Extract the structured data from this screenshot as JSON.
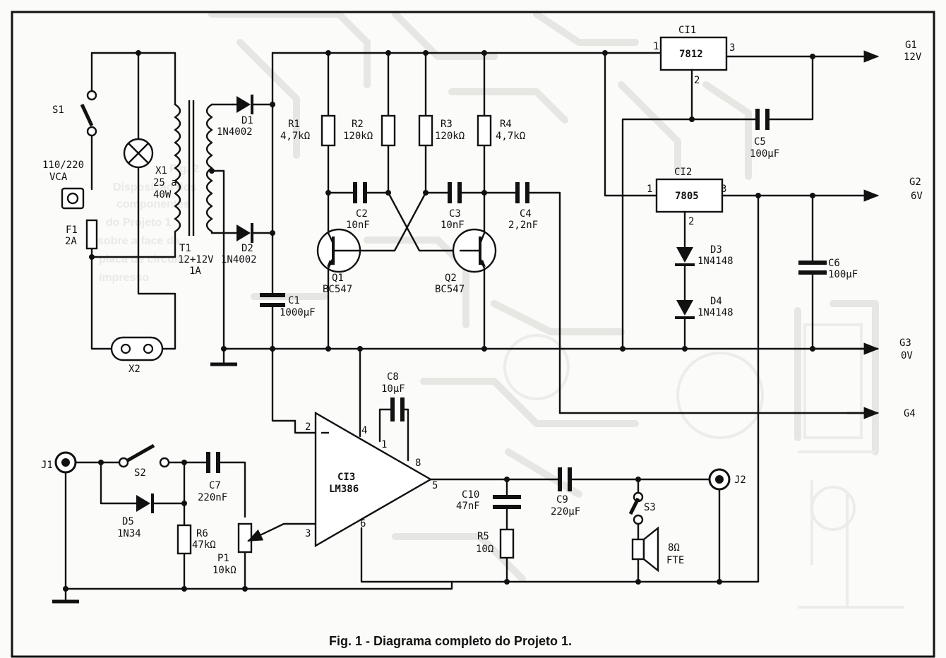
{
  "caption": "Fig. 1 - Diagrama completo do Projeto 1.",
  "components": {
    "S1": "S1",
    "mains1": "110/220",
    "mains2": "VCA",
    "F1": "F1",
    "F1_val": "2A",
    "X1": "X1",
    "X1_v1": "25 a",
    "X1_v2": "40W",
    "X2": "X2",
    "T1": "T1",
    "T1_v1": "12+12V",
    "T1_v2": "1A",
    "D1": "D1",
    "D1_val": "1N4002",
    "D2": "D2",
    "D2_val": "1N4002",
    "C1": "C1",
    "C1_val": "1000μF",
    "R1": "R1",
    "R1_val": "4,7kΩ",
    "R2": "R2",
    "R2_val": "120kΩ",
    "R3": "R3",
    "R3_val": "120kΩ",
    "R4": "R4",
    "R4_val": "4,7kΩ",
    "C2": "C2",
    "C2_val": "10nF",
    "C3": "C3",
    "C3_val": "10nF",
    "C4": "C4",
    "C4_val": "2,2nF",
    "Q1": "Q1",
    "Q1_val": "BC547",
    "Q2": "Q2",
    "Q2_val": "BC547",
    "CI1": "CI1",
    "CI1_val": "7812",
    "CI2": "CI2",
    "CI2_val": "7805",
    "CI3": "CI3",
    "CI3_val": "LM386",
    "C5": "C5",
    "C5_val": "100μF",
    "C6": "C6",
    "C6_val": "100μF",
    "D3": "D3",
    "D3_val": "1N4148",
    "D4": "D4",
    "D4_val": "1N4148",
    "C8": "C8",
    "C8_val": "10μF",
    "J1": "J1",
    "J2": "J2",
    "S2": "S2",
    "S3": "S3",
    "D5": "D5",
    "D5_val": "1N34",
    "C7": "C7",
    "C7_val": "220nF",
    "R6": "R6",
    "R6_val": "47kΩ",
    "P1": "P1",
    "P1_val": "10kΩ",
    "C10": "C10",
    "C10_val": "47nF",
    "R5": "R5",
    "R5_val": "10Ω",
    "C9": "C9",
    "C9_val": "220μF",
    "SPK_val": "8Ω",
    "SPK_name": "FTE"
  },
  "pins": {
    "p1": "1",
    "p2": "2",
    "p3": "3",
    "p4": "4",
    "p5": "5",
    "p6": "6",
    "p8": "8"
  },
  "outputs": {
    "G1": "G1",
    "G1_v": "12V",
    "G2": "G2",
    "G2_v": "6V",
    "G3": "G3",
    "G3_v": "0V",
    "G4": "G4"
  },
  "ghost_text": {
    "g1": "Fig. 2",
    "g2": "Disposição dos",
    "g3": "componentes",
    "g4": "do Projeto 1",
    "g5": "sobre a face da",
    "g6": "placa de circuito",
    "g7": "impresso"
  }
}
